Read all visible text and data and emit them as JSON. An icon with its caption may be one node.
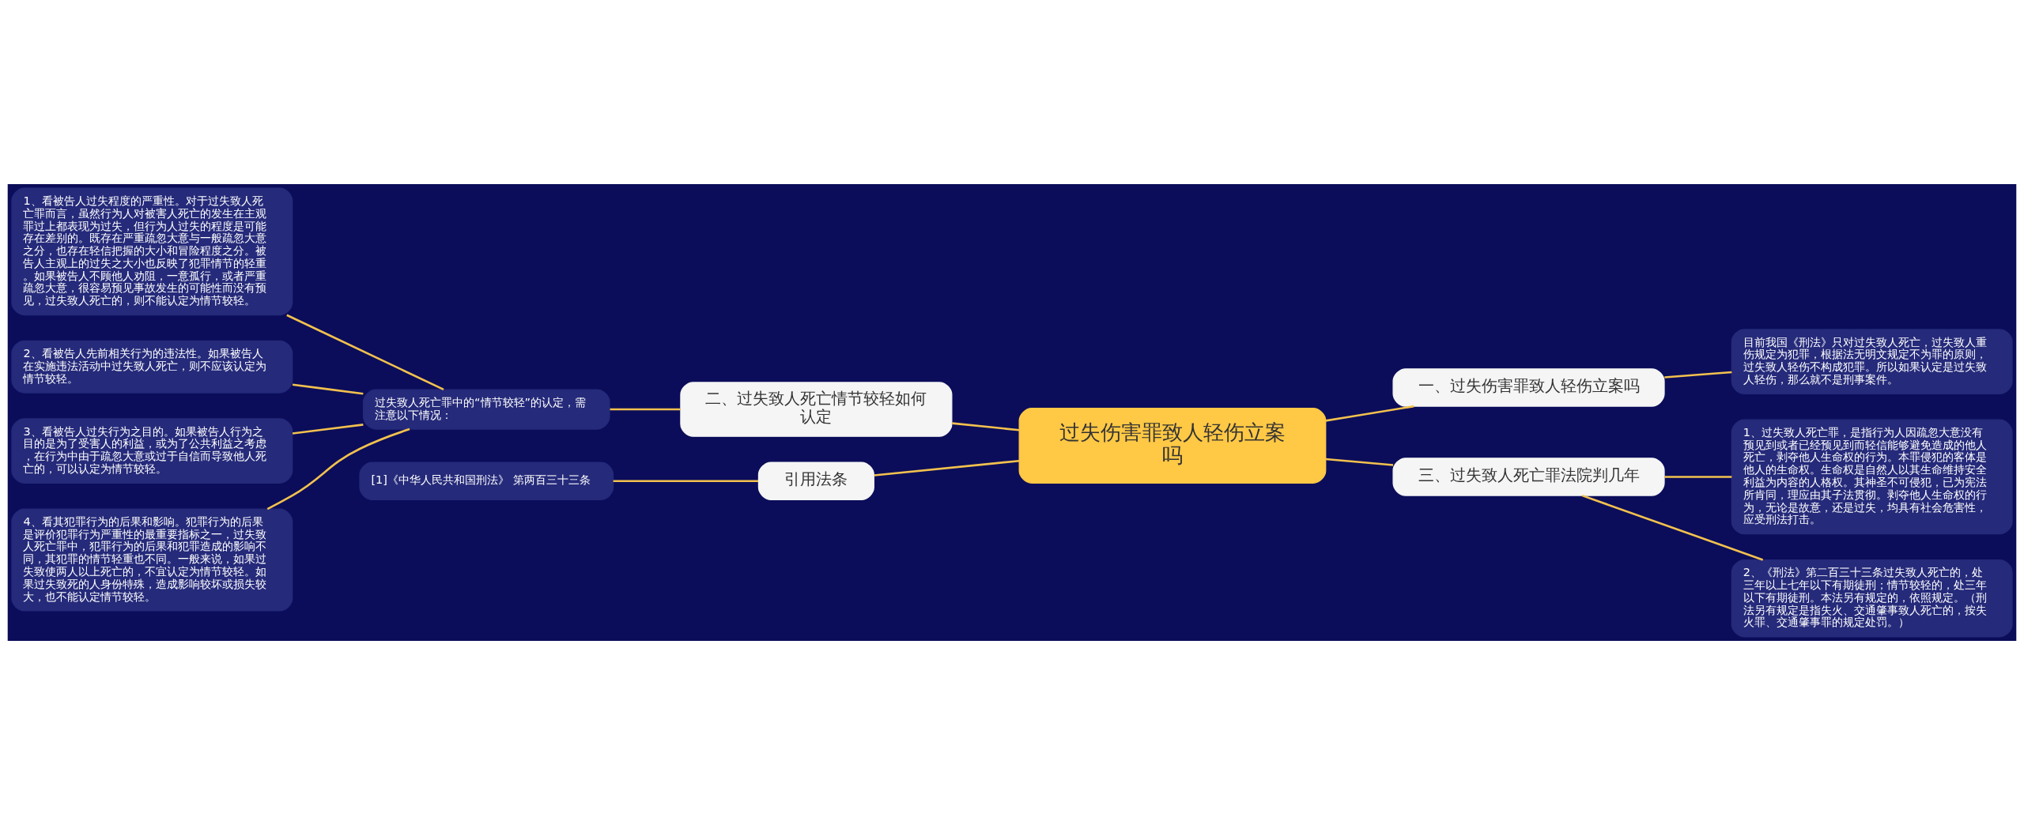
{
  "diagram": {
    "nodes": [
      {
        "text": [
          "过失伤害罪致人轻伤立案吗"
        ]
      },
      {
        "text": [
          "一、过失伤害罪致人轻伤立案吗"
        ]
      },
      {
        "text": [
          "目前我国《刑法》只对过失致人死亡，过失致人重伤规定为犯罪，根据法无明文规定不为罪的原则，过失致人轻伤不构成犯罪。所以如果认定是过失致人轻伤，那么就不是刑事案件。"
        ]
      },
      {
        "text": [
          "二、过失致人死亡情节较轻如何认定"
        ]
      },
      {
        "text": [
          "过失致人死亡罪中的“情节较轻”的认定，需注意以下情况："
        ]
      },
      {
        "text": [
          "1、看被告人过失程度的严重性。对于过失致人死亡罪而言，虽然行为人对被害人死亡的发生在主观罪过上都表现为过失，但行为人过失的程度是可能存在差别的。既存在严重疏忽大意与一般疏忽大意之分，也存在轻信把握的大小和冒险程度之分。被告人主观上的过失之大小也反映了犯罪情节的轻重。如果被告人不顾他人劝阻，一意孤行，或者严重疏忽大意，很容易预见事故发生的可能性而没有预见，过失致人死亡的，则不能认定为情节较轻。"
        ]
      },
      {
        "text": [
          "2、看被告人先前相关行为的违法性。如果被告人在实施违法活动中过失致人死亡，则不应该认定为情节较轻。"
        ]
      },
      {
        "text": [
          "3、看被告人过失行为之目的。如果被告人行为之目的是为了受害人的利益，或为了公共利益之考虑，在行为中由于疏忽大意或过于自信而导致他人死亡的，可以认定为情节较轻。"
        ]
      },
      {
        "text": [
          "4、看其犯罪行为的后果和影响。犯罪行为的后果是评价犯罪行为严重性的最重要指标之一，过失致人死亡罪中，犯罪行为的后果和犯罪造成的影响不同，其犯罪的情节轻重也不同。一般来说，如果过失致使两人以上死亡的，不宜认定为情节较轻。如果过失致死的人身份特殊，造成影响较坏或损失较大，也不能认定情节较轻。"
        ]
      },
      {
        "text": [
          "三、过失致人死亡罪法院判几年"
        ]
      },
      {
        "text": [
          "1、过失致人死亡罪，是指行为人因疏忽大意没有预见到或者已经预见到而轻信能够避免造成的他人死亡，剥夺他人生命权的行为。本罪侵犯的客体是他人的生命权。生命权是自然人以其生命维持安全利益为内容的人格权。其神圣不可侵犯，已为宪法所肯同，理应由其子法贯彻。剥夺他人生命权的行为，无论是故意，还是过失，均具有社会危害性，应受刑法打击。"
        ]
      },
      {
        "text": [
          "2、《刑法》第二百三十三条过失致人死亡的，处三年以上七年以下有期徒刑；情节较轻的，处三年以下有期徒刑。本法另有规定的，依照规定。（刑法另有规定是指失火、交通肇事致人死亡的，按失火罪、交通肇事罪的规定处罚。）"
        ]
      },
      {
        "text": [
          "引用法条"
        ]
      },
      {
        "text": [
          "[1]《中华人民共和国刑法》 第两百三十三条"
        ]
      }
    ],
    "edges": [
      {
        "from": 0,
        "to": 1,
        "arrow": "none"
      },
      {
        "from": 1,
        "to": 2,
        "arrow": "none"
      },
      {
        "from": 0,
        "to": 3,
        "arrow": "none"
      },
      {
        "from": 3,
        "to": 4,
        "arrow": "none"
      },
      {
        "from": 4,
        "to": 5,
        "arrow": "none"
      },
      {
        "from": 4,
        "to": 6,
        "arrow": "none"
      },
      {
        "from": 4,
        "to": 7,
        "arrow": "none"
      },
      {
        "from": 4,
        "to": 8,
        "arrow": "none"
      },
      {
        "from": 0,
        "to": 9,
        "arrow": "none"
      },
      {
        "from": 9,
        "to": 10,
        "arrow": "none"
      },
      {
        "from": 9,
        "to": 11,
        "arrow": "none"
      },
      {
        "from": 0,
        "to": 12,
        "arrow": "none"
      },
      {
        "from": 12,
        "to": 13,
        "arrow": "none"
      }
    ]
  }
}
